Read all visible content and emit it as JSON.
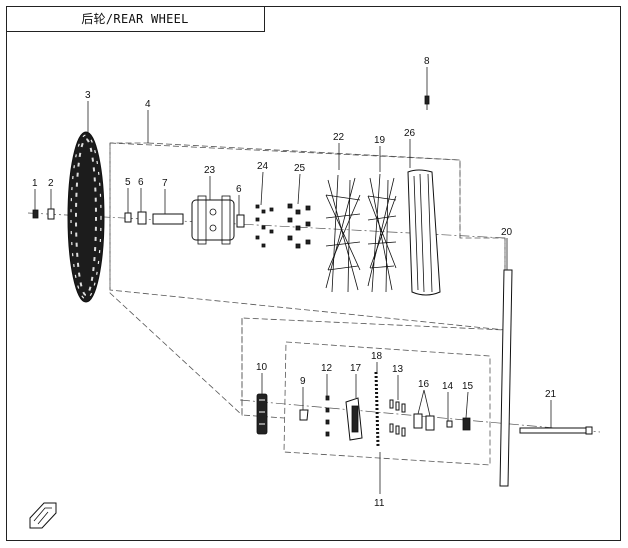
{
  "title": "后轮/REAR WHEEL",
  "callouts": [
    {
      "id": "c1",
      "label": "1"
    },
    {
      "id": "c2",
      "label": "2"
    },
    {
      "id": "c3",
      "label": "3"
    },
    {
      "id": "c4",
      "label": "4"
    },
    {
      "id": "c5",
      "label": "5"
    },
    {
      "id": "c6a",
      "label": "6"
    },
    {
      "id": "c7",
      "label": "7"
    },
    {
      "id": "c23",
      "label": "23"
    },
    {
      "id": "c6b",
      "label": "6"
    },
    {
      "id": "c24",
      "label": "24"
    },
    {
      "id": "c25",
      "label": "25"
    },
    {
      "id": "c22",
      "label": "22"
    },
    {
      "id": "c19",
      "label": "19"
    },
    {
      "id": "c26",
      "label": "26"
    },
    {
      "id": "c8",
      "label": "8"
    },
    {
      "id": "c20",
      "label": "20"
    },
    {
      "id": "c10",
      "label": "10"
    },
    {
      "id": "c9",
      "label": "9"
    },
    {
      "id": "c12",
      "label": "12"
    },
    {
      "id": "c17",
      "label": "17"
    },
    {
      "id": "c18",
      "label": "18"
    },
    {
      "id": "c13",
      "label": "13"
    },
    {
      "id": "c16",
      "label": "16"
    },
    {
      "id": "c14",
      "label": "14"
    },
    {
      "id": "c15",
      "label": "15"
    },
    {
      "id": "c21",
      "label": "21"
    },
    {
      "id": "c11",
      "label": "11"
    }
  ],
  "icons": {
    "front_marker": "fwd-arrow-icon"
  }
}
